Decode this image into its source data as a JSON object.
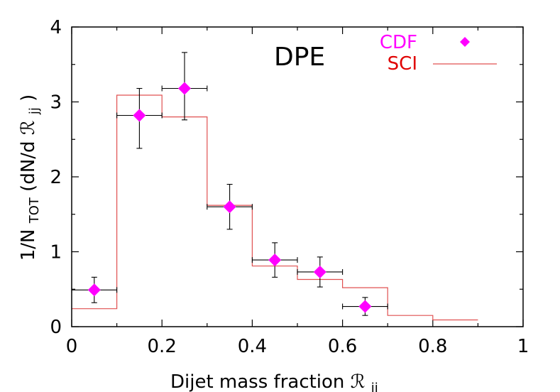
{
  "chart_data": {
    "type": "scatter",
    "title": "",
    "annotation": "DPE",
    "xlabel": "Dijet mass fraction",
    "xlabel_symbol": "ℛ",
    "xlabel_symbol_sub": "jj",
    "ylabel_prefix": "1/N",
    "ylabel_sub": "TOT",
    "ylabel_mid": " (dN/d",
    "ylabel_symbol": "ℛ",
    "ylabel_symbol_sub": "jj",
    "ylabel_suffix": ")",
    "xlim": [
      0,
      1
    ],
    "ylim": [
      0,
      4
    ],
    "xticks": [
      0,
      0.2,
      0.4,
      0.6,
      0.8,
      1
    ],
    "xtick_labels": [
      "0",
      "0.2",
      "0.4",
      "0.6",
      "0.8",
      "1"
    ],
    "yticks": [
      0,
      1,
      2,
      3,
      4
    ],
    "ytick_labels": [
      "0",
      "1",
      "2",
      "3",
      "4"
    ],
    "grid": false,
    "legend_position": "top-right",
    "series": [
      {
        "name": "CDF",
        "kind": "points",
        "marker": "diamond",
        "color": "#ff00ff",
        "points": [
          {
            "x": 0.05,
            "y": 0.49,
            "xerr": 0.05,
            "yerr_low": 0.17,
            "yerr_high": 0.17
          },
          {
            "x": 0.15,
            "y": 2.82,
            "xerr": 0.05,
            "yerr_low": 0.44,
            "yerr_high": 0.36
          },
          {
            "x": 0.25,
            "y": 3.18,
            "xerr": 0.05,
            "yerr_low": 0.42,
            "yerr_high": 0.48
          },
          {
            "x": 0.35,
            "y": 1.6,
            "xerr": 0.05,
            "yerr_low": 0.3,
            "yerr_high": 0.3
          },
          {
            "x": 0.45,
            "y": 0.89,
            "xerr": 0.05,
            "yerr_low": 0.23,
            "yerr_high": 0.23
          },
          {
            "x": 0.55,
            "y": 0.73,
            "xerr": 0.05,
            "yerr_low": 0.2,
            "yerr_high": 0.2
          },
          {
            "x": 0.65,
            "y": 0.27,
            "xerr": 0.05,
            "yerr_low": 0.12,
            "yerr_high": 0.12
          }
        ]
      },
      {
        "name": "SCI",
        "kind": "step",
        "color": "#e05050",
        "bin_edges": [
          0,
          0.1,
          0.2,
          0.3,
          0.4,
          0.5,
          0.6,
          0.7,
          0.8,
          0.9
        ],
        "values": [
          0.24,
          3.09,
          2.8,
          1.62,
          0.81,
          0.63,
          0.52,
          0.15,
          0.09
        ]
      }
    ]
  }
}
